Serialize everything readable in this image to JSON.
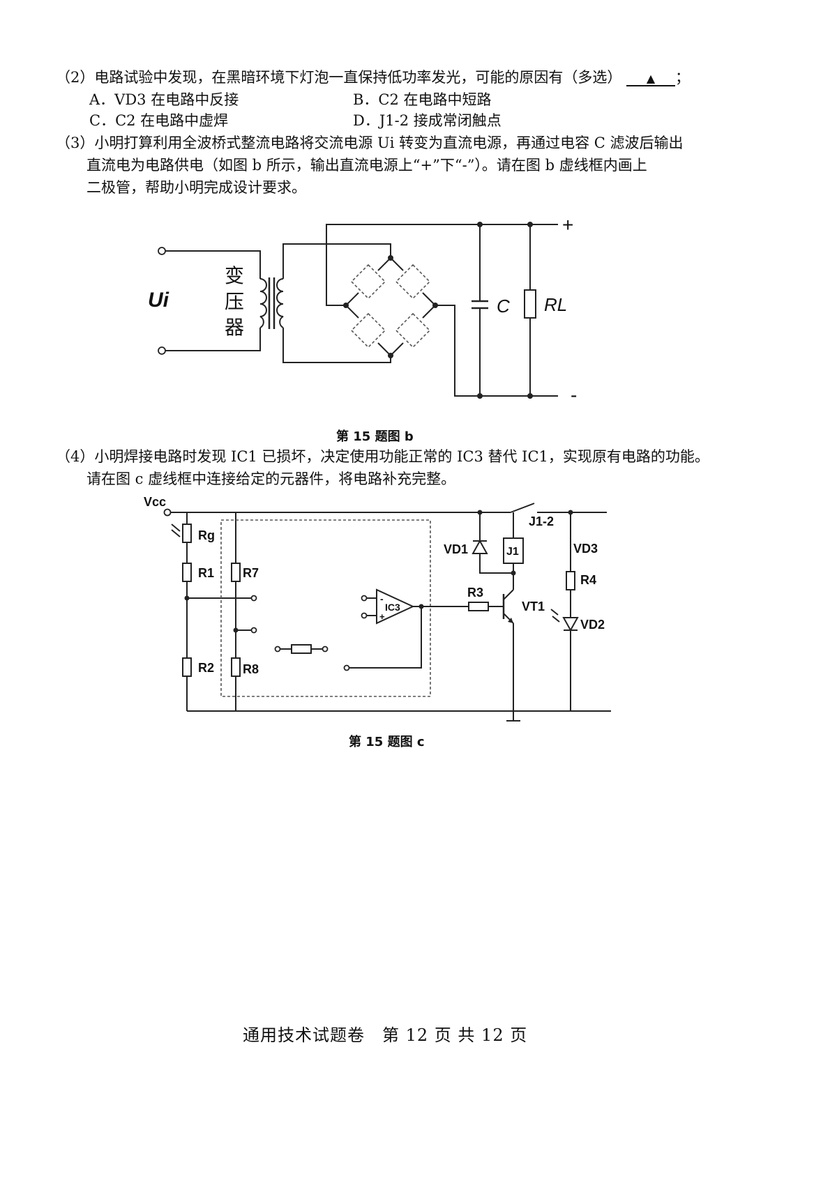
{
  "q2": {
    "stem": "（2）电路试验中发现，在黑暗环境下灯泡一直保持低功率发光，可能的原因有（多选）",
    "blank": "▲",
    "tail": "；",
    "options": {
      "a": "A．VD3 在电路中反接",
      "b": "B．C2 在电路中短路",
      "c": "C．C2 在电路中虚焊",
      "d": "D．J1-2 接成常闭触点"
    }
  },
  "q3": {
    "line1": "（3）小明打算利用全波桥式整流电路将交流电源 Ui 转变为直流电源，再通过电容 C 滤波后输出",
    "line2": "直流电为电路供电（如图 b 所示，输出直流电源上“+”下“-”）。请在图 b 虚线框内画上",
    "line3": "二极管，帮助小明完成设计要求。"
  },
  "fig_b": {
    "ui_label": "Ui",
    "transformer_label": [
      "变",
      "压",
      "器"
    ],
    "c_label": "C",
    "rl_label": "RL",
    "plus": "+",
    "minus": "-",
    "caption": "第 15 题图 b"
  },
  "q4": {
    "line1": "（4）小明焊接电路时发现 IC1 已损坏，决定使用功能正常的 IC3 替代 IC1，实现原有电路的功能。",
    "line2": "请在图 c 虚线框中连接给定的元器件，将电路补充完整。"
  },
  "fig_c": {
    "vcc": "Vcc",
    "rg": "Rg",
    "r1": "R1",
    "r2": "R2",
    "r7": "R7",
    "r8": "R8",
    "ic3": "IC3",
    "r3": "R3",
    "vt1": "VT1",
    "vd1": "VD1",
    "j1": "J1",
    "j12": "J1-2",
    "vd3": "VD3",
    "r4": "R4",
    "vd2": "VD2",
    "minus_in": "-",
    "plus_in": "+",
    "caption": "第 15 题图 c"
  },
  "footer": "通用技术试题卷　第 12 页 共 12 页"
}
